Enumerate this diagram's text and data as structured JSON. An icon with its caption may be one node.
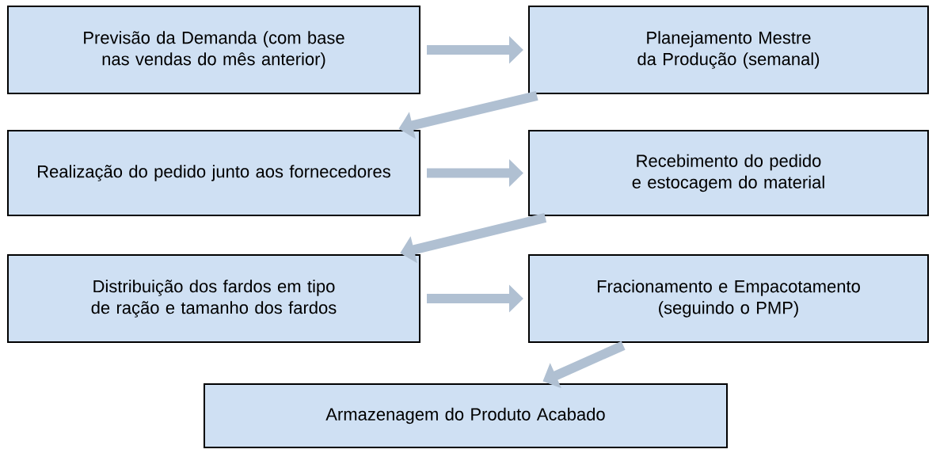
{
  "diagram": {
    "nodes": [
      {
        "text": [
          "Previsão da Demanda (com base nas vendas do mês anterior)"
        ]
      },
      {
        "text": [
          "Planejamento Mestre da Produção (semanal)"
        ]
      },
      {
        "text": [
          "Realização do pedido junto aos fornecedores"
        ]
      },
      {
        "text": [
          "Recebimento do pedido e estocagem do material"
        ]
      },
      {
        "text": [
          "Distribuição dos fardos em tipo de ração e tamanho dos fardos"
        ]
      },
      {
        "text": [
          "Fracionamento e Empacotamento (seguindo o PMP)"
        ]
      },
      {
        "text": [
          "Armazenagem do Produto Acabado"
        ]
      }
    ],
    "edges": [
      {
        "from": 0,
        "to": 1,
        "arrow": "to"
      },
      {
        "from": 1,
        "to": 2,
        "arrow": "to"
      },
      {
        "from": 2,
        "to": 3,
        "arrow": "to"
      },
      {
        "from": 3,
        "to": 4,
        "arrow": "to"
      },
      {
        "from": 4,
        "to": 5,
        "arrow": "to"
      },
      {
        "from": 5,
        "to": 6,
        "arrow": "to"
      }
    ]
  }
}
